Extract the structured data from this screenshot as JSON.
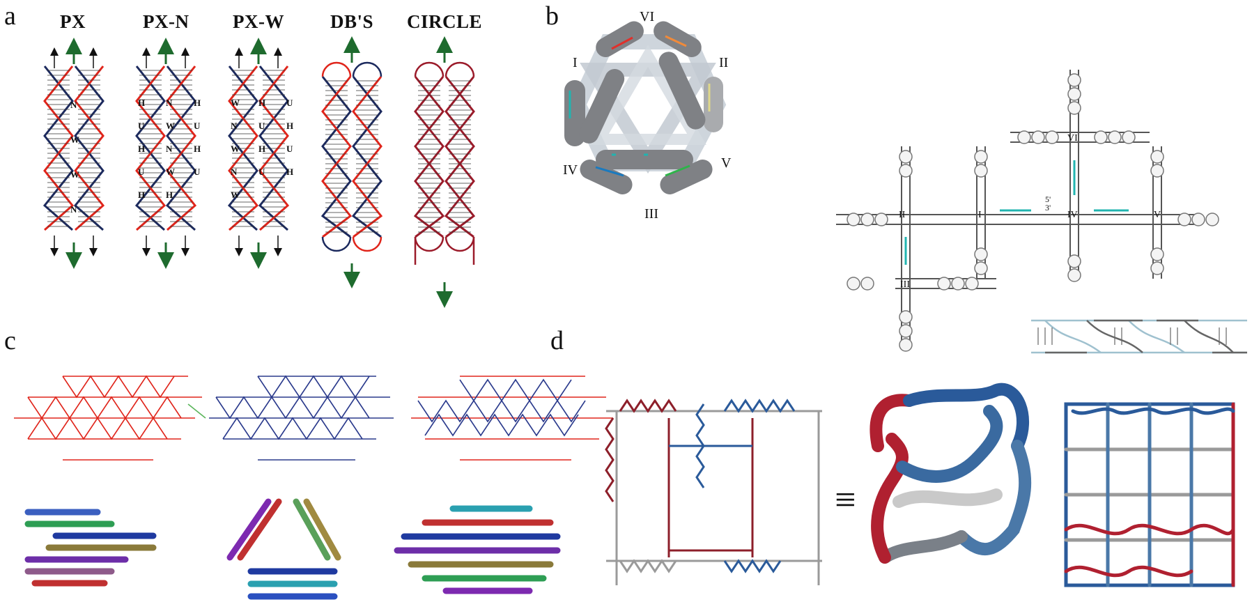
{
  "panels": {
    "a": {
      "letter": "a",
      "titles": [
        "PX",
        "PX-N",
        "PX-W",
        "DB'S",
        "CIRCLE"
      ],
      "px_labels": [
        "N",
        "W",
        "W",
        "N"
      ],
      "pxn_labels": [
        "H",
        "N",
        "H",
        "U",
        "W",
        "U",
        "H",
        "N",
        "H",
        "U",
        "W",
        "U",
        "H",
        "H"
      ],
      "pxw_labels": [
        "W",
        "H",
        "U",
        "N",
        "U",
        "H",
        "W",
        "H",
        "U",
        "N",
        "U",
        "H",
        "W"
      ]
    },
    "b": {
      "letter": "b",
      "vertex_labels": [
        "VI",
        "I",
        "II",
        "IV",
        "V",
        "III"
      ],
      "junction_labels": [
        "VI",
        "II",
        "I",
        "IV",
        "V",
        "III"
      ],
      "end_labels": [
        "5'",
        "3'"
      ]
    },
    "c": {
      "letter": "c"
    },
    "d": {
      "letter": "d",
      "equiv": "≡"
    }
  },
  "colors": {
    "strand_blue": "#1c2a5e",
    "strand_red": "#e0251b",
    "arrow_green": "#1e6b2e",
    "dark_red": "#9b1b2a",
    "grey_helix": "#7d7f82",
    "light_blue": "#9fc1cf"
  }
}
